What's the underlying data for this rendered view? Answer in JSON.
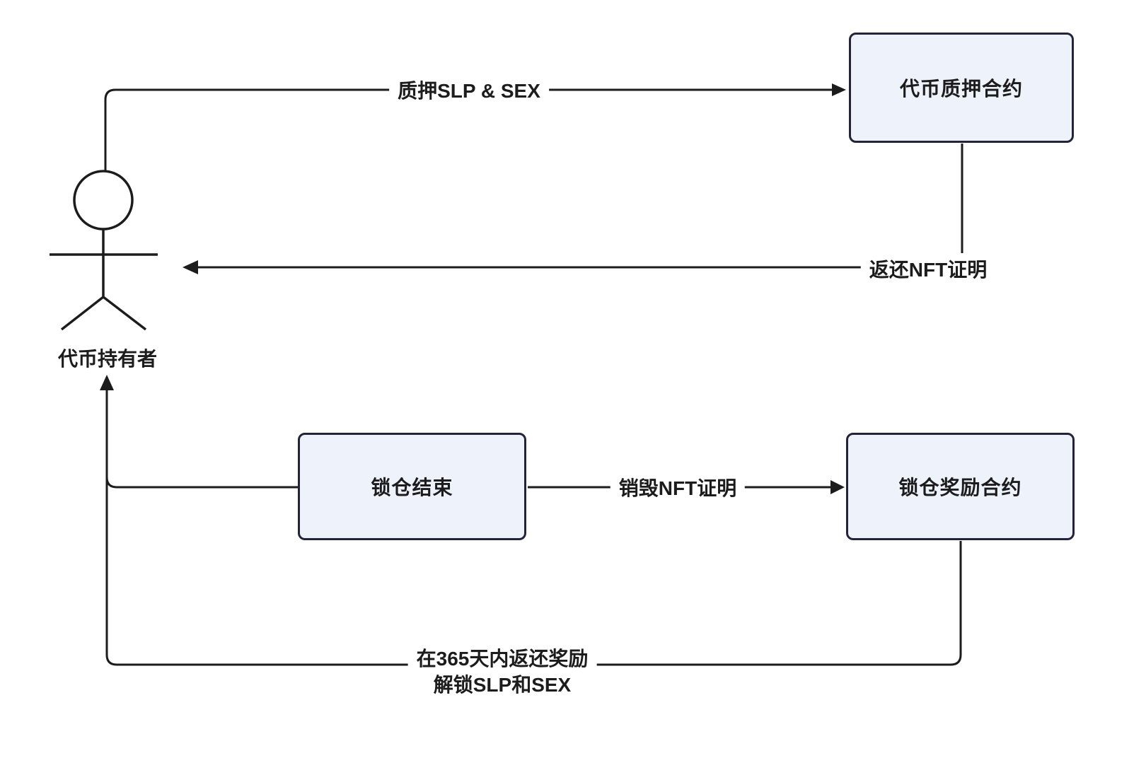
{
  "diagram": {
    "actor": {
      "label": "代币持有者"
    },
    "nodes": {
      "staking_contract": "代币质押合约",
      "lock_end": "锁仓结束",
      "reward_contract": "锁仓奖励合约"
    },
    "edges": {
      "stake": "质押SLP & SEX",
      "return_nft": "返还NFT证明",
      "burn_nft": "销毁NFT证明",
      "return_rewards_line1": "在365天内返还奖励",
      "return_rewards_line2": "解锁SLP和SEX"
    },
    "icons": {
      "person": "person-icon",
      "arrow_right": "arrow-right-icon",
      "arrow_left": "arrow-left-icon",
      "arrow_up": "arrow-up-icon"
    },
    "colors": {
      "node_fill": "#edf2fb",
      "node_border": "#23233a",
      "line": "#1c1c1c",
      "text": "#1c1c1c",
      "background": "#ffffff"
    }
  }
}
